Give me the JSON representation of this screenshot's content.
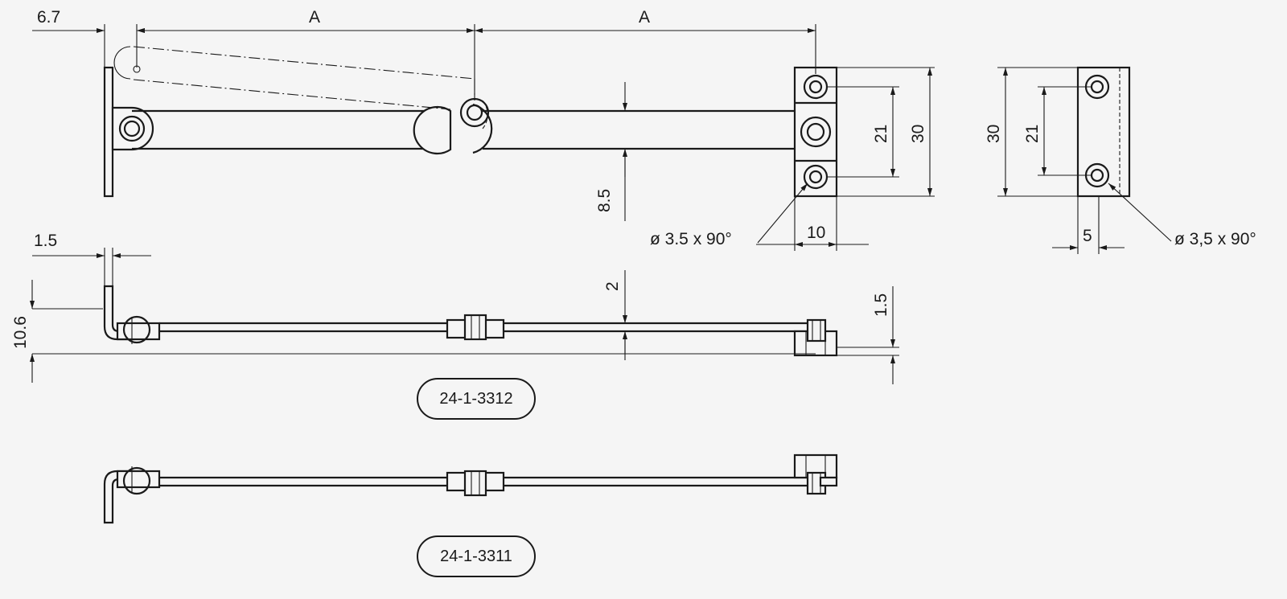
{
  "dimensions": {
    "offset_6_7": "6.7",
    "a_left": "A",
    "a_right": "A",
    "bar_width": "8.5",
    "hole_spacing_front": "21",
    "height_front": "30",
    "block_width": "10",
    "hole_front": "ø 3.5 x 90°",
    "height_side": "30",
    "hole_spacing_side": "21",
    "block_depth": "5",
    "hole_side": "ø 3,5 x 90°",
    "bracket_thickness": "1.5",
    "bracket_height": "10.6",
    "bar_thickness": "2",
    "offset_1_5": "1.5"
  },
  "labels": {
    "variant_1": "24-1-3312",
    "variant_2": "24-1-3311"
  }
}
